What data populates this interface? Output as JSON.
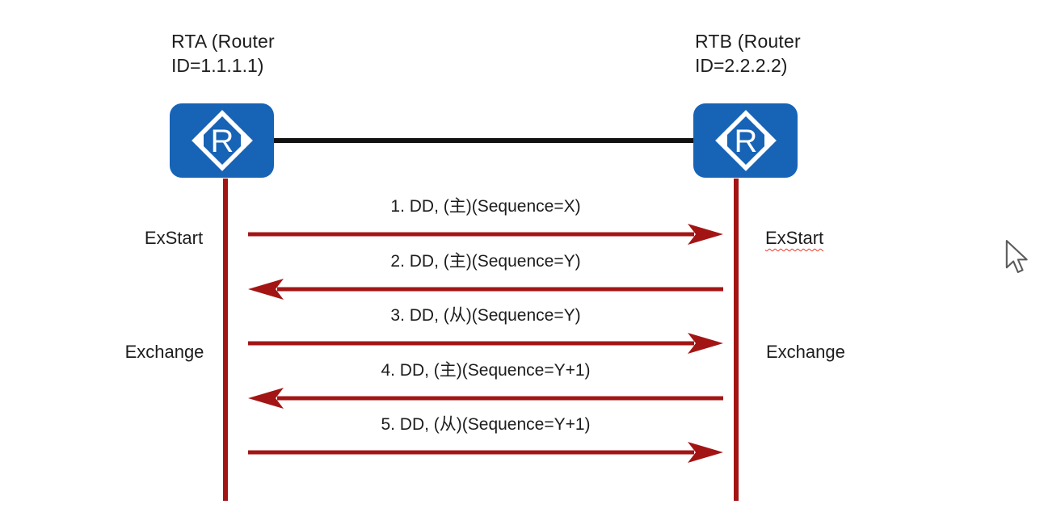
{
  "diagram": {
    "title": "OSPF DD packet exchange between RTA and RTB",
    "colors": {
      "router_blue": "#1763b6",
      "link_black": "#111111",
      "arrow_red": "#a31515",
      "text": "#1d1d1d",
      "spellcheck_red": "#e8392b"
    }
  },
  "routers": {
    "rta": {
      "label_line1": "RTA (Router",
      "label_line2": "ID=1.1.1.1)",
      "icon_letter": "R"
    },
    "rtb": {
      "label_line1": "RTB (Router",
      "label_line2": "ID=2.2.2.2)",
      "icon_letter": "R"
    }
  },
  "states": {
    "left_exstart": "ExStart",
    "left_exchange": "Exchange",
    "right_exstart": "ExStart",
    "right_exchange": "Exchange",
    "right_exstart_spellcheck_underline": true
  },
  "messages": [
    {
      "label": "1. DD, (主)(Sequence=X)",
      "direction": "right"
    },
    {
      "label": "2. DD, (主)(Sequence=Y)",
      "direction": "left"
    },
    {
      "label": "3. DD, (从)(Sequence=Y)",
      "direction": "right"
    },
    {
      "label": "4. DD, (主)(Sequence=Y+1)",
      "direction": "left"
    },
    {
      "label": "5. DD, (从)(Sequence=Y+1)",
      "direction": "right"
    }
  ],
  "cursor": {
    "icon": "mouse-pointer-icon"
  }
}
